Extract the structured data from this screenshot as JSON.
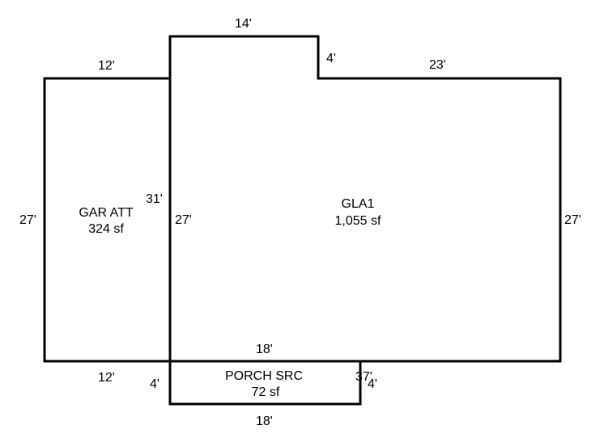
{
  "areas": {
    "garage": {
      "name": "GAR ATT",
      "size": "324 sf"
    },
    "living": {
      "name": "GLA1",
      "size": "1,055 sf"
    },
    "porch": {
      "name": "PORCH SRC",
      "size": "72 sf"
    }
  },
  "dimensions": {
    "garage_top": "12'",
    "garage_left": "27'",
    "garage_bottom": "12'",
    "garage_inner_right": "31'",
    "living_top_bump": "14'",
    "living_bump_right_step": "4'",
    "living_top_right": "23'",
    "living_right": "27'",
    "living_left": "27'",
    "living_bottom": "18'",
    "porch_left": "4'",
    "porch_right_a": "37'",
    "porch_right_b": "4'",
    "porch_bottom": "18'"
  },
  "colors": {
    "stroke": "#000000",
    "background": "#ffffff"
  }
}
